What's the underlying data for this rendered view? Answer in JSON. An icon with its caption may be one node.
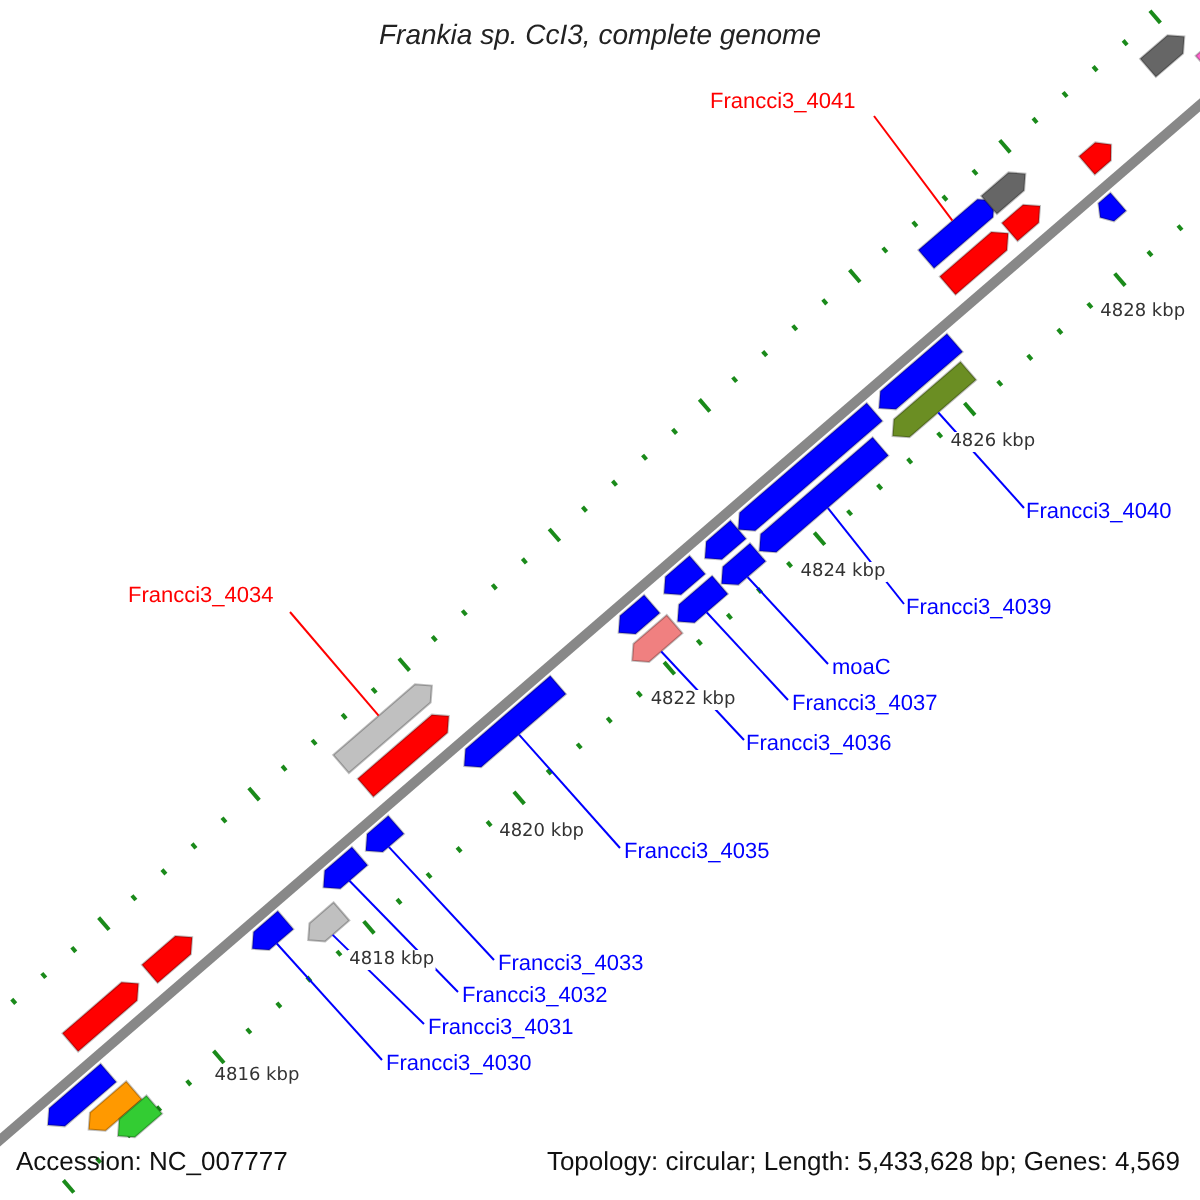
{
  "diagram": {
    "title": "Frankia sp. CcI3, complete genome",
    "nodes": [
      {
        "text": [
          "Francci3_4041"
        ]
      },
      {
        "text": [
          "Francci3_4040"
        ]
      },
      {
        "text": [
          "Francci3_4034"
        ]
      },
      {
        "text": [
          "Francci3_4039"
        ]
      },
      {
        "text": [
          "moaC"
        ]
      },
      {
        "text": [
          "Francci3_4037"
        ]
      },
      {
        "text": [
          "Francci3_4036"
        ]
      },
      {
        "text": [
          "Francci3_4035"
        ]
      },
      {
        "text": [
          "Francci3_4033"
        ]
      },
      {
        "text": [
          "Francci3_4032"
        ]
      },
      {
        "text": [
          "Francci3_4031"
        ]
      },
      {
        "text": [
          "Francci3_4030"
        ]
      },
      {
        "text": [],
        "shape": "bar"
      },
      {
        "text": [],
        "shape": "bar"
      },
      {
        "text": [],
        "shape": "bar"
      },
      {
        "text": [],
        "shape": "bar"
      },
      {
        "text": [],
        "shape": "bar"
      },
      {
        "text": [],
        "shape": "bar"
      },
      {
        "text": [],
        "shape": "bar"
      },
      {
        "text": [],
        "shape": "bar"
      },
      {
        "text": [],
        "shape": "bar"
      },
      {
        "text": [],
        "shape": "bar"
      },
      {
        "text": [],
        "shape": "bar"
      },
      {
        "text": [],
        "shape": "bar"
      },
      {
        "text": [],
        "shape": "bar"
      },
      {
        "text": [],
        "shape": "bar"
      },
      {
        "text": [],
        "shape": "bar"
      },
      {
        "text": [],
        "shape": "bar"
      },
      {
        "text": [],
        "shape": "bar"
      },
      {
        "text": [],
        "shape": "bar"
      },
      {
        "text": [],
        "shape": "bar"
      },
      {
        "text": [],
        "shape": "bar"
      },
      {
        "text": [],
        "shape": "bar"
      },
      {
        "text": [],
        "shape": "bar"
      },
      {
        "text": [],
        "shape": "bar"
      },
      {
        "text": [],
        "shape": "bar"
      },
      {
        "text": [],
        "shape": "bar"
      },
      {
        "text": [],
        "shape": "bar"
      },
      {
        "text": [],
        "shape": "bar"
      },
      {
        "text": [],
        "shape": "bar"
      },
      {
        "text": [],
        "shape": "bar"
      },
      {
        "text": [],
        "shape": "bar"
      }
    ],
    "edges": [
      {
        "from": 0,
        "to": 12,
        "arrow": "none",
        "color": "#ff0000"
      },
      {
        "from": 1,
        "to": 13,
        "arrow": "none"
      },
      {
        "from": 2,
        "to": 14,
        "arrow": "none",
        "color": "#ff0000"
      },
      {
        "from": 3,
        "to": 15,
        "arrow": "none"
      },
      {
        "from": 4,
        "to": 16,
        "arrow": "none"
      },
      {
        "from": 5,
        "to": 17,
        "arrow": "none"
      },
      {
        "from": 6,
        "to": 18,
        "arrow": "none"
      },
      {
        "from": 7,
        "to": 19,
        "arrow": "none"
      },
      {
        "from": 8,
        "to": 20,
        "arrow": "none"
      },
      {
        "from": 9,
        "to": 21,
        "arrow": "none"
      },
      {
        "from": 10,
        "to": 22,
        "arrow": "none"
      },
      {
        "from": 11,
        "to": 23,
        "arrow": "none"
      }
    ],
    "labels": [
      "4828 kbp",
      "4826 kbp",
      "4824 kbp",
      "4822 kbp",
      "4820 kbp",
      "4818 kbp",
      "4816 kbp",
      "Accession: NC_007777",
      "Topology: circular; Length: 5,433,628 bp; Genes: 4,569"
    ]
  }
}
